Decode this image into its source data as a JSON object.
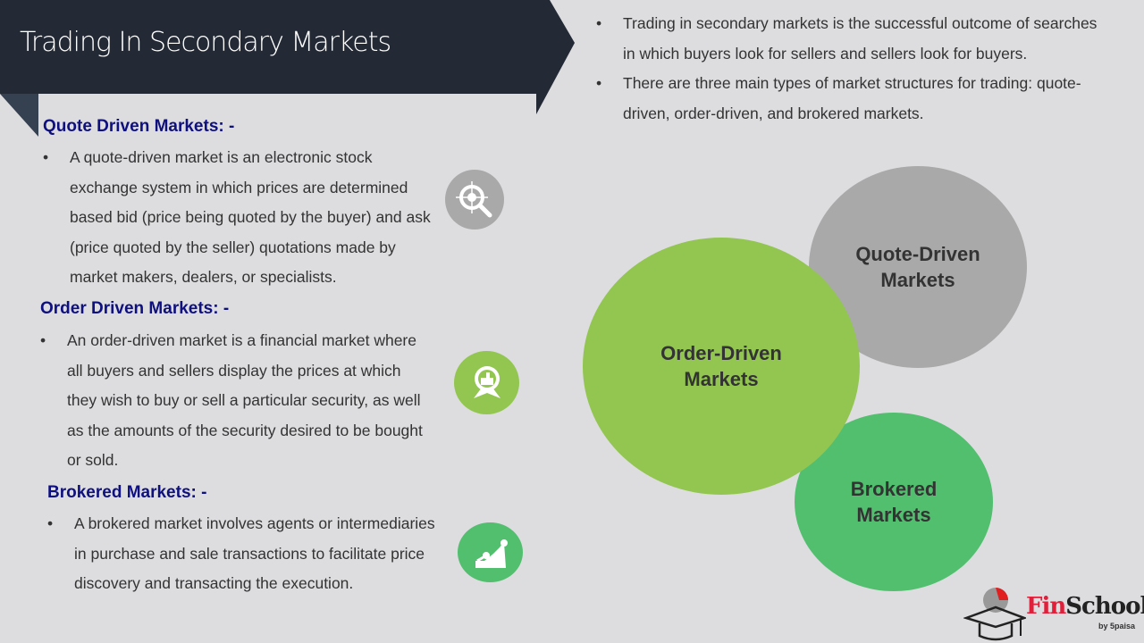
{
  "title": "Trading In Secondary Markets",
  "intro": [
    "Trading in secondary markets is the successful outcome of searches in which buyers look for sellers and sellers look for buyers.",
    "There are three main types of market structures for trading: quote-driven, order-driven, and brokered markets."
  ],
  "sections": [
    {
      "heading": "Quote Driven Markets: -",
      "text": "A quote-driven market is an electronic stock exchange system in which prices are determined based bid (price being quoted by the buyer) and ask (price quoted by the seller) quotations made by market makers, dealers, or specialists."
    },
    {
      "heading": "Order Driven Markets: -",
      "text": "An order-driven market is a financial market where all buyers and sellers display the prices at which they wish to buy or sell a particular security, as well as the amounts of the security desired to be bought or sold."
    },
    {
      "heading": "Brokered Markets: -",
      "text": "A brokered market involves agents or intermediaries in purchase and sale transactions to facilitate price discovery and transacting the execution."
    }
  ],
  "bubbles": {
    "quote": "Quote-Driven Markets",
    "order": "Order-Driven Markets",
    "brokered": "Brokered Markets"
  },
  "logo": {
    "fin": "Fin",
    "school": "School",
    "by": "by 5paisa"
  },
  "colors": {
    "banner": "#232a36",
    "heading": "#0f1080",
    "gray": "#a9a9a9",
    "lightgreen": "#92c650",
    "green": "#52bf6f"
  }
}
